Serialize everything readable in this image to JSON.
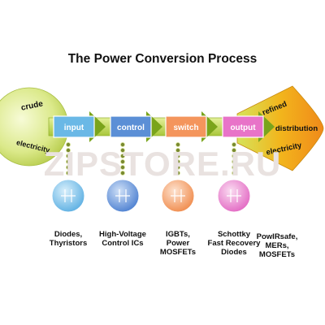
{
  "title": "The Power Conversion Process",
  "watermark": "ZIPSTORE.RU",
  "source": {
    "top": "crude",
    "bottom": "electricity"
  },
  "destination": {
    "top": "refined",
    "middle": "distribution",
    "bottom": "electricity"
  },
  "stages": [
    {
      "name": "input",
      "label": "Diodes,\nThyristors",
      "color": "#6ab8e6"
    },
    {
      "name": "control",
      "label": "High-Voltage\nControl ICs",
      "color": "#5b8fd6"
    },
    {
      "name": "switch",
      "label": "IGBTs,\nPower\nMOSFETs",
      "color": "#f4955c"
    },
    {
      "name": "output",
      "label": "Schottky\nFast Recovery\nDiodes",
      "color": "#e873c8"
    }
  ],
  "extra_label": "PowIRsafe,\nMERs,\nMOSFETs",
  "colors": {
    "arrow_body": "#cfe468",
    "arrow_dark": "#7aa41b",
    "destination": "#f2b51c"
  }
}
